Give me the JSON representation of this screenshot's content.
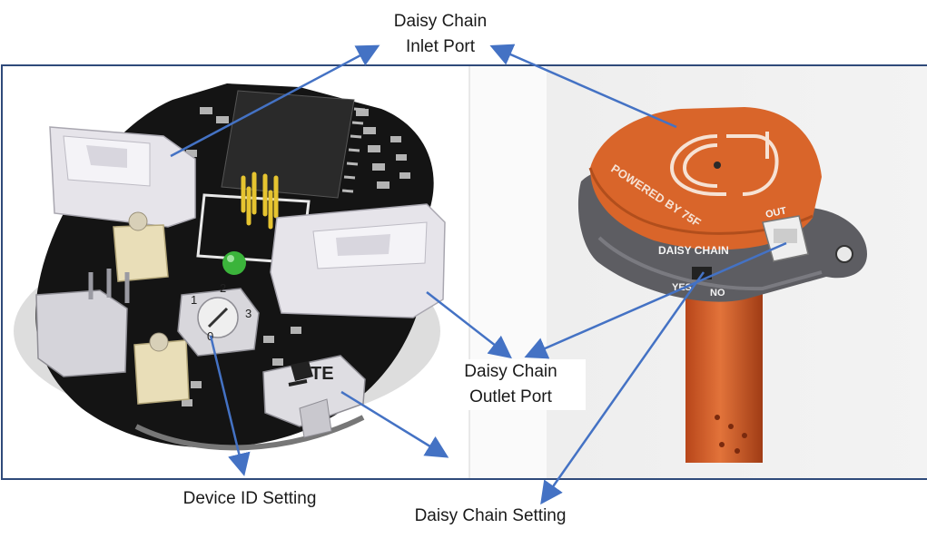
{
  "labels": {
    "inlet_line1": "Daisy Chain",
    "inlet_line2": "Inlet Port",
    "outlet_line1": "Daisy Chain",
    "outlet_line2": "Outlet Port",
    "device_id": "Device ID Setting",
    "daisy_chain_setting": "Daisy Chain Setting"
  },
  "board": {
    "rotary_digits": [
      "1",
      "2",
      "3",
      "0"
    ],
    "switch_brand": "TE"
  },
  "sensor": {
    "housing_text": "POWERED BY 75F",
    "out_label": "OUT",
    "daisy_chain_label": "DAISY CHAIN",
    "yes_label": "YES",
    "no_label": "NO"
  },
  "colors": {
    "arrow": "#4472c4",
    "frame": "#2f4a7a",
    "housing_orange": "#d9652a",
    "pcb_black": "#141414",
    "connector_white": "#e6e4ea"
  }
}
